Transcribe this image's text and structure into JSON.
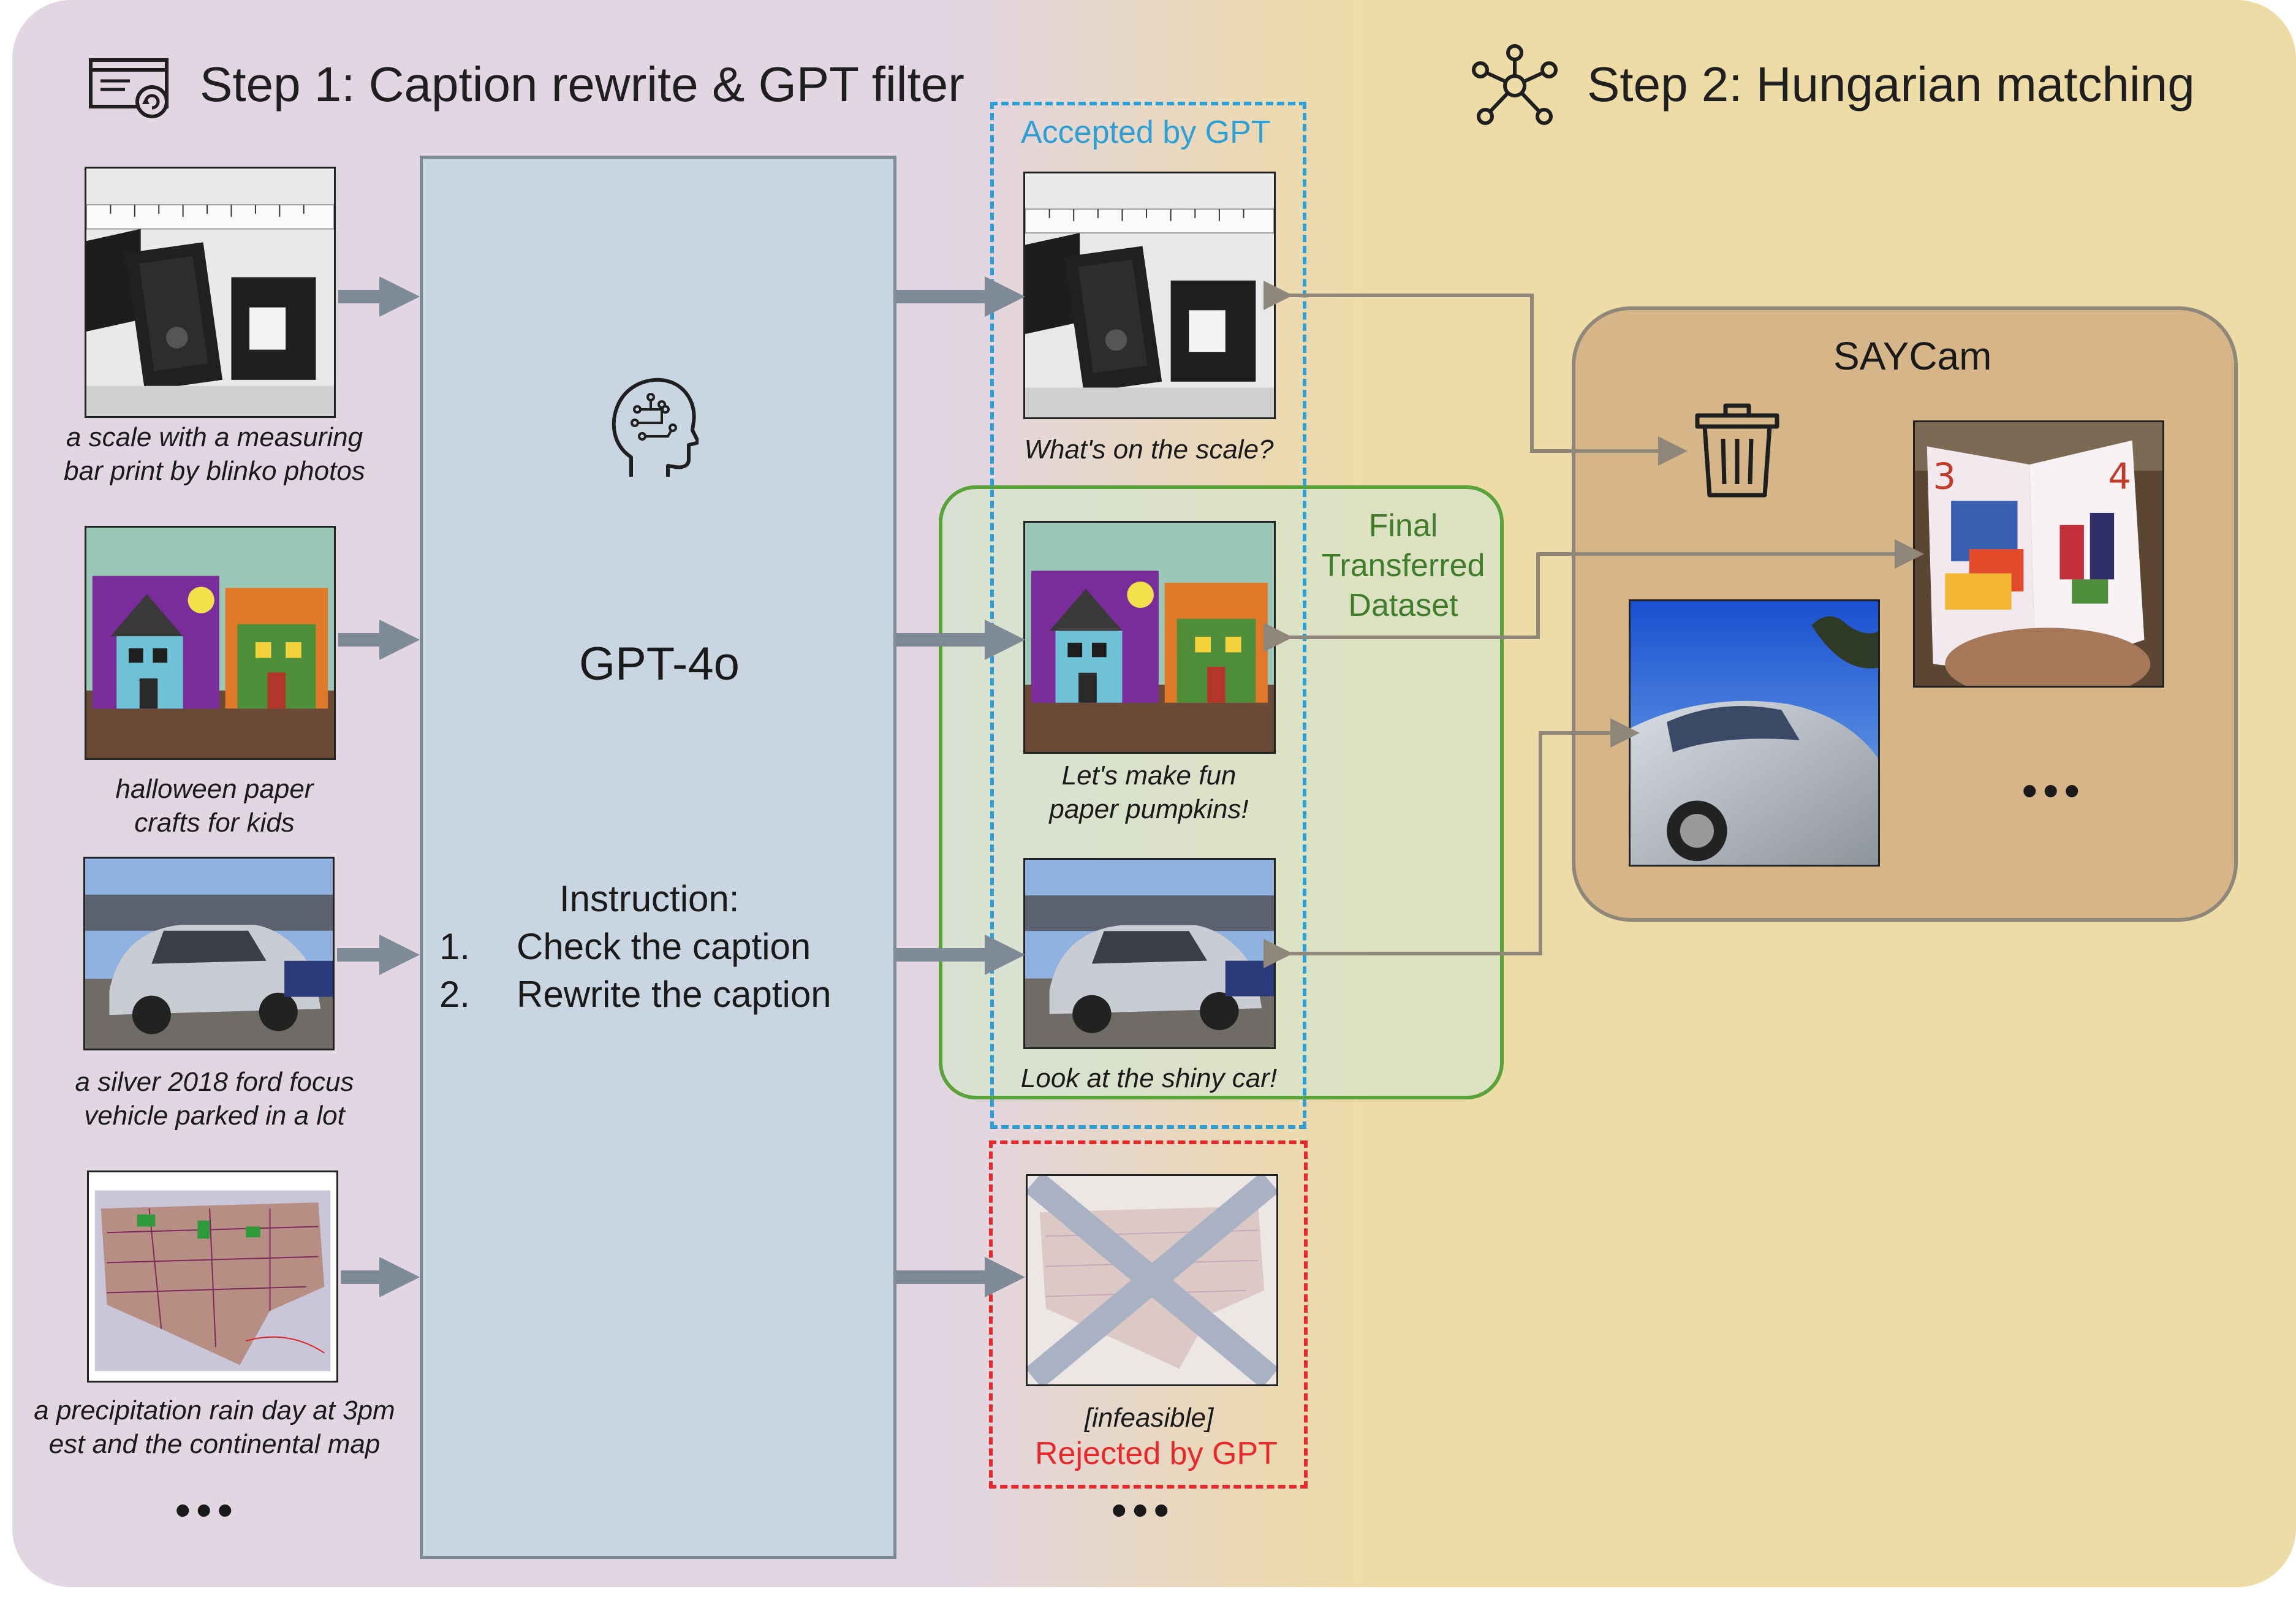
{
  "step1": {
    "title": "Step 1: Caption rewrite  & GPT filter",
    "icon": "document-refresh-icon"
  },
  "step2": {
    "title": "Step 2: Hungarian matching",
    "icon": "network-icon"
  },
  "gpt": {
    "name": "GPT-4o",
    "icon": "brain-head-icon",
    "instruction_title": "Instruction:",
    "instructions": [
      {
        "num": "1.",
        "text": "Check the caption"
      },
      {
        "num": "2.",
        "text": "Rewrite the caption"
      }
    ]
  },
  "inputs": [
    {
      "caption_line1": "a scale with a measuring",
      "caption_line2": "bar print by blinko photos"
    },
    {
      "caption_line1": "halloween paper",
      "caption_line2": "crafts for kids"
    },
    {
      "caption_line1": "a silver 2018 ford focus",
      "caption_line2": "vehicle parked in a lot"
    },
    {
      "caption_line1": "a precipitation rain day at 3pm",
      "caption_line2": "est and the continental map"
    }
  ],
  "outputs": [
    {
      "caption_line1": "What's on the scale?",
      "caption_line2": ""
    },
    {
      "caption_line1": "Let's make fun",
      "caption_line2": "paper pumpkins!"
    },
    {
      "caption_line1": "Look at the shiny car!",
      "caption_line2": ""
    },
    {
      "caption_line1": "[infeasible]",
      "caption_line2": ""
    }
  ],
  "accepted_label": "Accepted by GPT",
  "rejected_label": "Rejected by GPT",
  "final_label": {
    "line1": "Final",
    "line2": "Transferred",
    "line3": "Dataset"
  },
  "saycam": {
    "label": "SAYCam",
    "trash_icon": "trash-icon"
  },
  "ellipsis": "•••",
  "colors": {
    "accepted": "#2c9fd4",
    "rejected": "#e8282a",
    "final": "#5aa33b",
    "arrow": "#7f8a97",
    "gpt_box": "#c9d6e2",
    "saycam_box": "#d6b689"
  }
}
